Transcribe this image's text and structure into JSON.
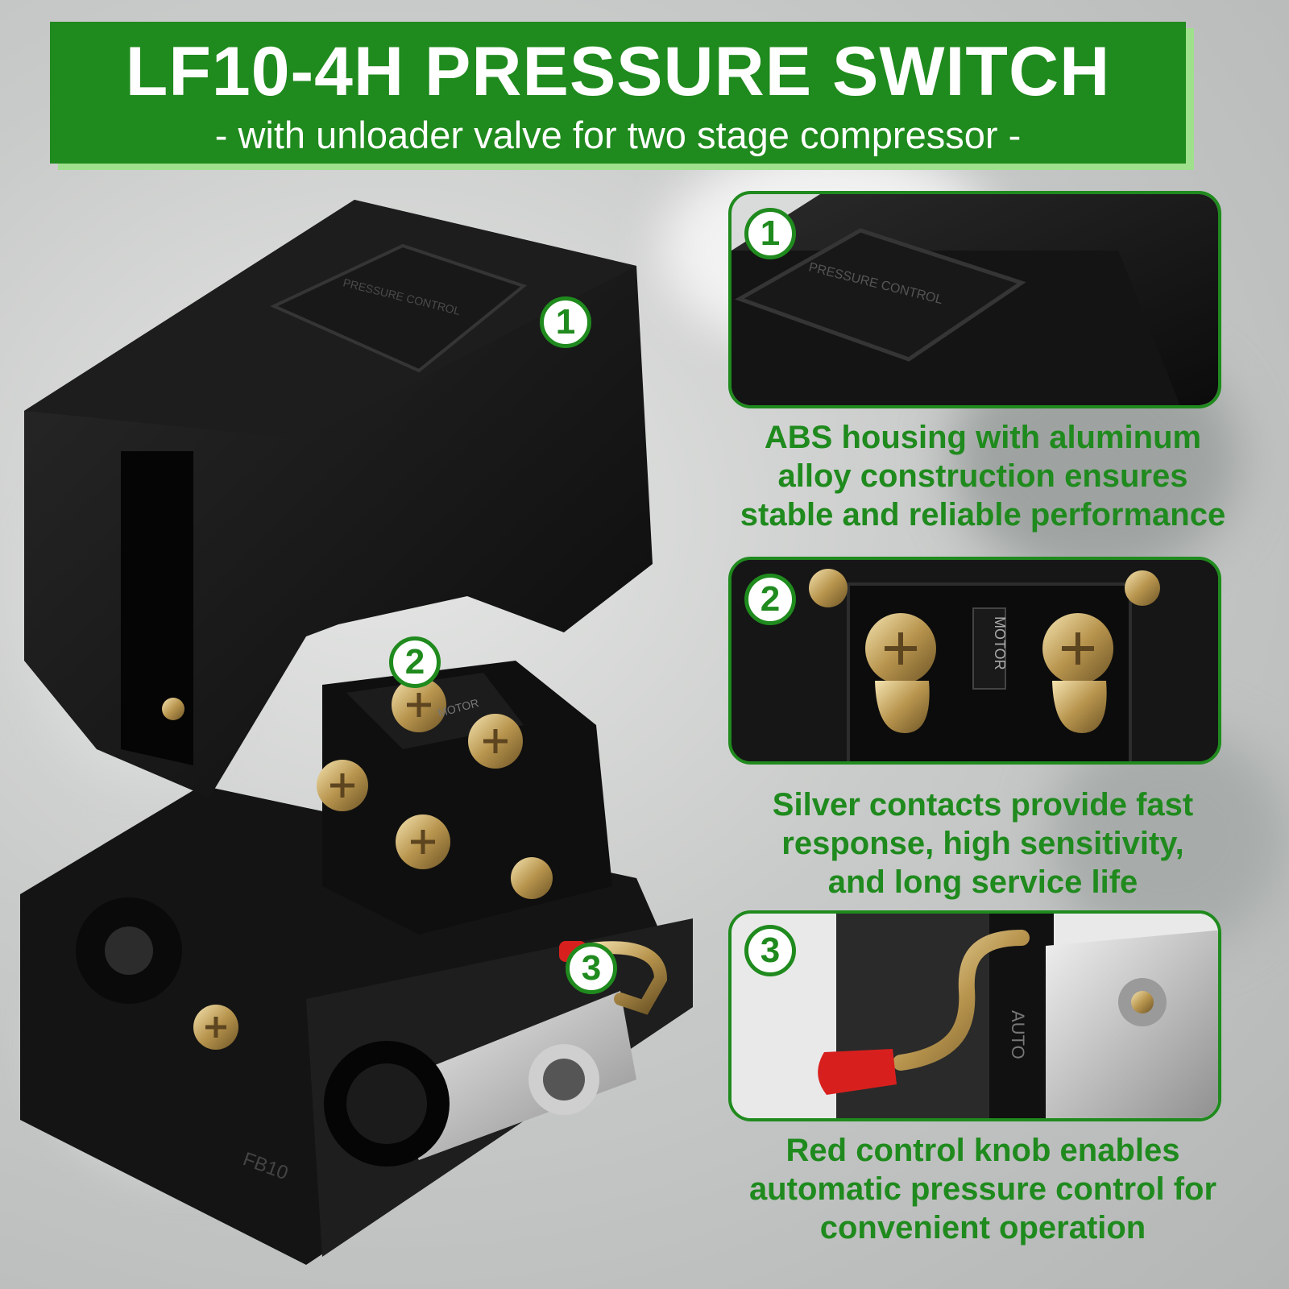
{
  "header": {
    "title": "LF10-4H PRESSURE SWITCH",
    "subtitle": "- with unloader valve for two stage compressor -"
  },
  "product": {
    "cover_text": "PRESSURE CONTROL",
    "terminal_label": "MOTOR",
    "body_mark": "FB10"
  },
  "features": [
    {
      "number": "1",
      "panel_text": "PRESSURE CONTROL",
      "caption": [
        "ABS housing with aluminum",
        "alloy construction ensures",
        "stable and reliable performance"
      ]
    },
    {
      "number": "2",
      "panel_text": "MOTOR",
      "caption": [
        "Silver contacts provide fast",
        "response, high sensitivity,",
        "and long service life"
      ]
    },
    {
      "number": "3",
      "panel_text": "AUTO",
      "caption": [
        "Red control knob enables",
        "automatic pressure control for",
        "convenient operation"
      ]
    }
  ],
  "colors": {
    "brand_green": "#1f8a1d",
    "accent_green": "#9fe08c",
    "knob_red": "#d7201e"
  }
}
